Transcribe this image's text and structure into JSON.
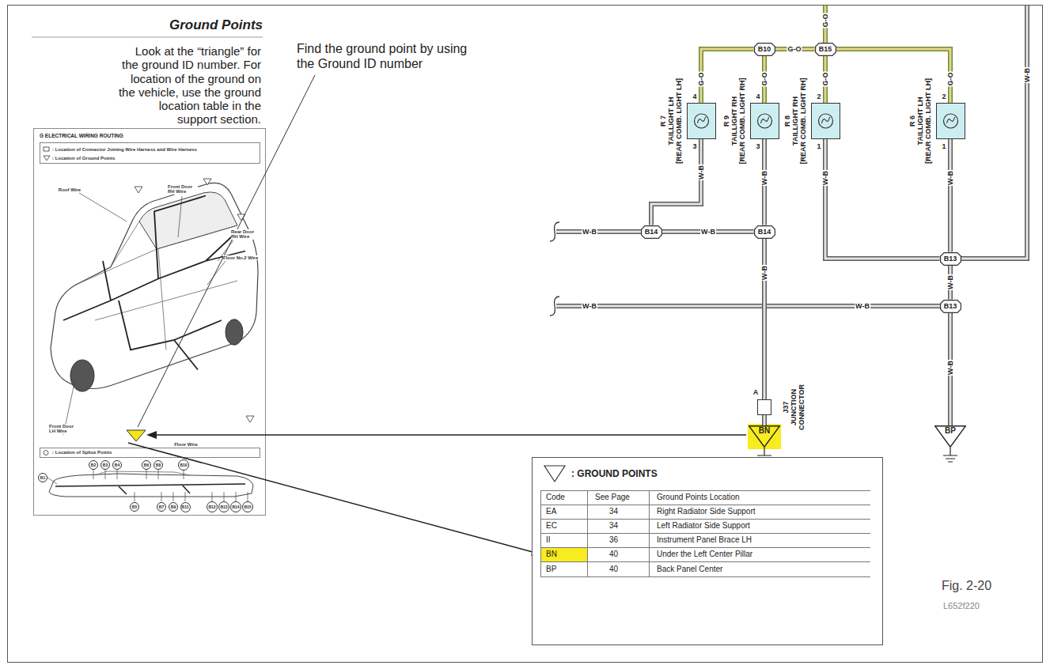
{
  "diagram": {
    "title": "Ground Points",
    "caption": "Fig. 2-20",
    "nodes": [
      {
        "text": [
          "B10"
        ]
      },
      {
        "text": [
          "B15"
        ]
      },
      {
        "text": [
          "R 7",
          "TAILLIGHT LH",
          "[REAR COMB. LIGHT LH]"
        ]
      },
      {
        "text": [
          "R 9",
          "TAILLIGHT RH",
          "[REAR COMB. LIGHT RH]"
        ]
      },
      {
        "text": [
          "R 8",
          "TAILLIGHT RH",
          "[REAR COMB. LIGHT RH]"
        ]
      },
      {
        "text": [
          "R 6",
          "TAILLIGHT LH",
          "[REAR COMB. LIGHT LH]"
        ]
      },
      {
        "text": [
          "B14"
        ]
      },
      {
        "text": [
          "B14"
        ]
      },
      {
        "text": [
          "B13"
        ]
      },
      {
        "text": [
          "B13"
        ]
      },
      {
        "text": [
          "J37",
          "JUNCTION CONNECTOR"
        ]
      },
      {
        "text": [
          "BN"
        ]
      },
      {
        "text": [
          "BP"
        ]
      },
      {
        "text": [
          "B2"
        ]
      },
      {
        "text": [
          "B3"
        ]
      },
      {
        "text": [
          "B4"
        ]
      },
      {
        "text": [
          "B6"
        ]
      },
      {
        "text": [
          "B8"
        ]
      },
      {
        "text": [
          "B10"
        ]
      },
      {
        "text": [
          "B1"
        ]
      },
      {
        "text": [
          "B5"
        ]
      },
      {
        "text": [
          "B7"
        ]
      },
      {
        "text": [
          "B9"
        ]
      },
      {
        "text": [
          "B11"
        ]
      },
      {
        "text": [
          "B12"
        ]
      },
      {
        "text": [
          "B13"
        ]
      },
      {
        "text": [
          "B14"
        ]
      },
      {
        "text": [
          "B15"
        ]
      }
    ],
    "edges": [
      {
        "from": 1,
        "to": 0,
        "arrow": "none",
        "label": "G-O"
      },
      {
        "from": 0,
        "to": 2,
        "arrow": "none",
        "label": "G-O"
      },
      {
        "from": 0,
        "to": 3,
        "arrow": "none",
        "label": "G-O"
      },
      {
        "from": 1,
        "to": 4,
        "arrow": "none",
        "label": "G-O"
      },
      {
        "from": 1,
        "to": 5,
        "arrow": "none",
        "label": "G-O"
      },
      {
        "from": 2,
        "to": 6,
        "arrow": "none",
        "label": "W-B"
      },
      {
        "from": 3,
        "to": 7,
        "arrow": "none",
        "label": "W-B"
      },
      {
        "from": 6,
        "to": 7,
        "arrow": "none",
        "label": "W-B"
      },
      {
        "from": 4,
        "to": 8,
        "arrow": "none",
        "label": "W-B"
      },
      {
        "from": 5,
        "to": 8,
        "arrow": "none",
        "label": "W-B"
      },
      {
        "from": 7,
        "to": 10,
        "arrow": "none",
        "label": "W-B"
      },
      {
        "from": 10,
        "to": 11,
        "arrow": "none"
      },
      {
        "from": 8,
        "to": 9,
        "arrow": "none",
        "label": "W-B"
      },
      {
        "from": 9,
        "to": 12,
        "arrow": "none",
        "label": "W-B"
      }
    ],
    "labels": [
      "Look at the “triangle” for the ground ID number. For location of the ground on the vehicle, use the ground location table in the support section.",
      "Find the ground point by using the Ground ID number",
      "G ELECTRICAL WIRING ROUTING",
      ": Location of Connector Joining Wire Harness and Wire Harness",
      ": Location of Ground Points",
      "Roof Wire",
      "Front Door RH Wire",
      "Rear Door RH Wire",
      "Floor No.2 Wire",
      "Front Door LH Wire",
      "Floor Wire",
      ": Location of Splice Points",
      "G-O",
      "W-B",
      "4",
      "3",
      "4",
      "3",
      "2",
      "1",
      "2",
      "1",
      "W-B",
      "W-B",
      "W-B",
      "A",
      ": GROUND POINTS",
      "Code",
      "See Page",
      "Ground Points Location",
      "EA",
      "34",
      "Right Radiator Side Support",
      "EC",
      "34",
      "Left Radiator Side Support",
      "II",
      "36",
      "Instrument Panel Brace LH",
      "BN",
      "40",
      "Under the Left Center Pillar",
      "BP",
      "40",
      "Back Panel Center",
      "L652f220"
    ]
  }
}
